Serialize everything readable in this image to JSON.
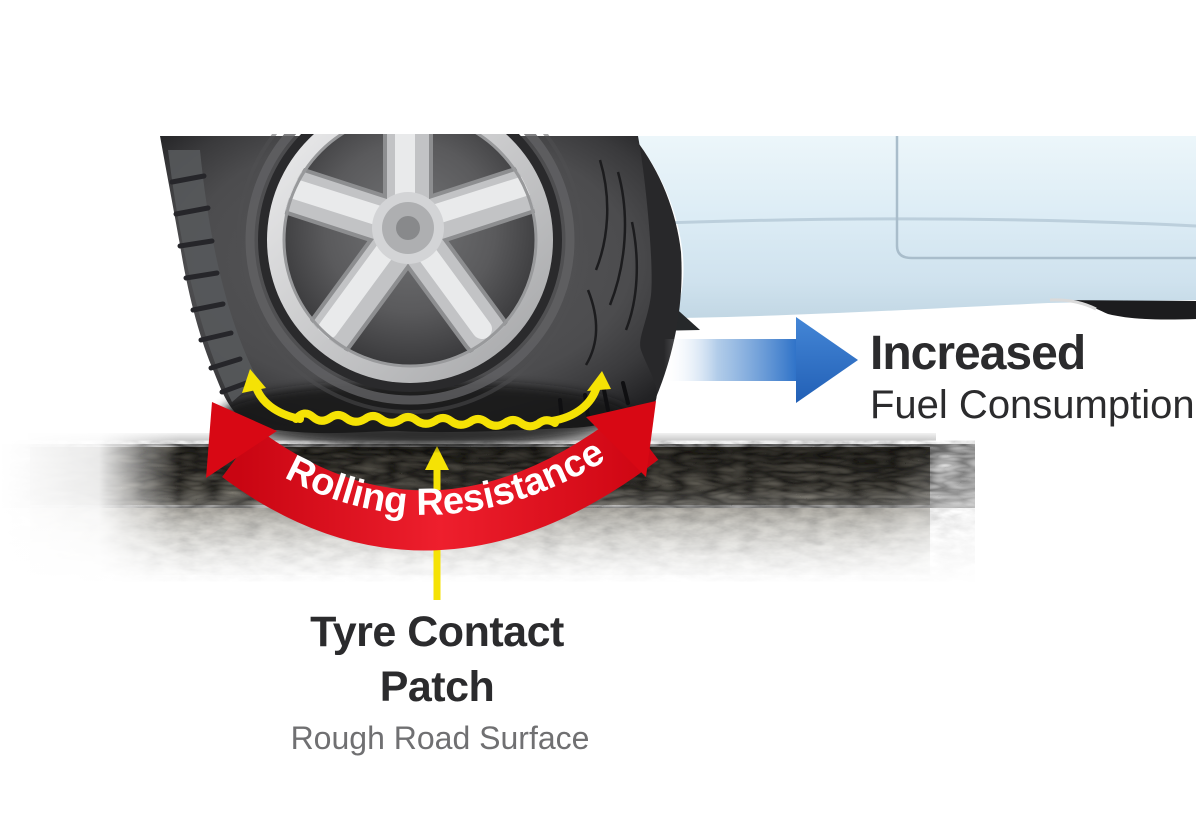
{
  "labels": {
    "increased": "Increased",
    "fuel_consumption": "Fuel Consumption",
    "rolling_resistance": "Rolling Resistance",
    "tyre_contact_1": "Tyre Contact",
    "tyre_contact_2": "Patch",
    "rough_road": "Rough Road Surface"
  },
  "colors": {
    "arrow_blue": "#2e72c8",
    "banner_red": "#df0813",
    "highlight_yellow": "#f5e205",
    "car_body_blue": "#d9eaf4",
    "tyre_dark": "#2c2c2e",
    "text_dark": "#2b2b2d",
    "text_gray": "#707072",
    "road_gray": "#8f8b80"
  },
  "icons": {
    "blue_arrow": "right-arrow",
    "red_banner": "curved-double-arrow",
    "yellow_wave": "contact-patch-wave",
    "yellow_up_arrow": "pointer-arrow"
  }
}
